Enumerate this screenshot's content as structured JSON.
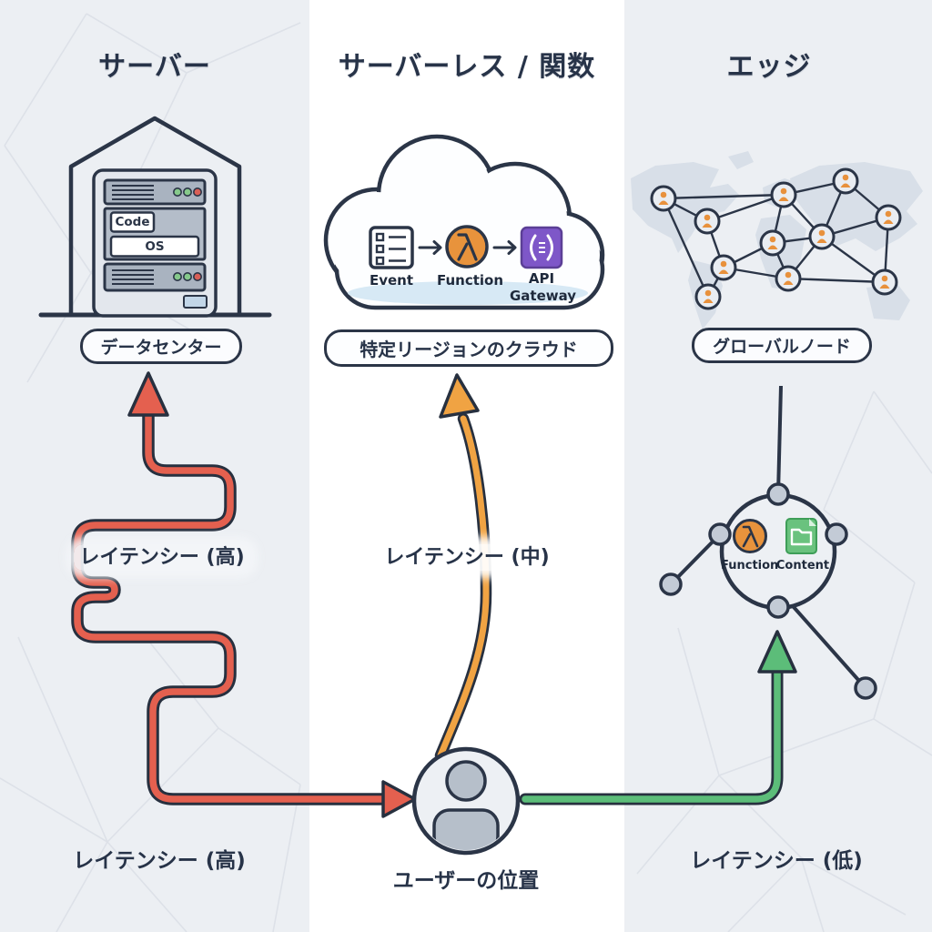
{
  "diagram": {
    "columns": [
      {
        "id": "server",
        "title": "サーバー",
        "badge": "データセンター",
        "latency_label_mid": "レイテンシー (高)",
        "latency_label_bottom": "レイテンシー (高)",
        "server_rack": {
          "code_label": "Code",
          "os_label": "OS"
        }
      },
      {
        "id": "serverless",
        "title": "サーバーレス / 関数",
        "badge": "特定リージョンのクラウド",
        "latency_label_mid": "レイテンシー (中)",
        "cloud_flow": {
          "event_label": "Event",
          "function_label": "Function",
          "api_gateway_label": "API Gateway"
        }
      },
      {
        "id": "edge",
        "title": "エッジ",
        "badge": "グローバルノード",
        "latency_label_bottom": "レイテンシー (低)",
        "edge_node": {
          "function_label": "Function",
          "content_label": "Content"
        }
      }
    ],
    "user_location_label": "ユーザーの位置",
    "colors": {
      "background_side": "#eceff3",
      "background_center": "#ffffff",
      "outline_navy": "#2b3547",
      "latency_high_red": "#e4604f",
      "latency_medium_orange": "#f0a343",
      "latency_low_green": "#5cbd79",
      "lambda_orange": "#e8933c",
      "api_gateway_purple": "#7e57c8",
      "content_green": "#6ac27e",
      "led_green": "#86c98b",
      "led_red": "#d95f57"
    }
  }
}
